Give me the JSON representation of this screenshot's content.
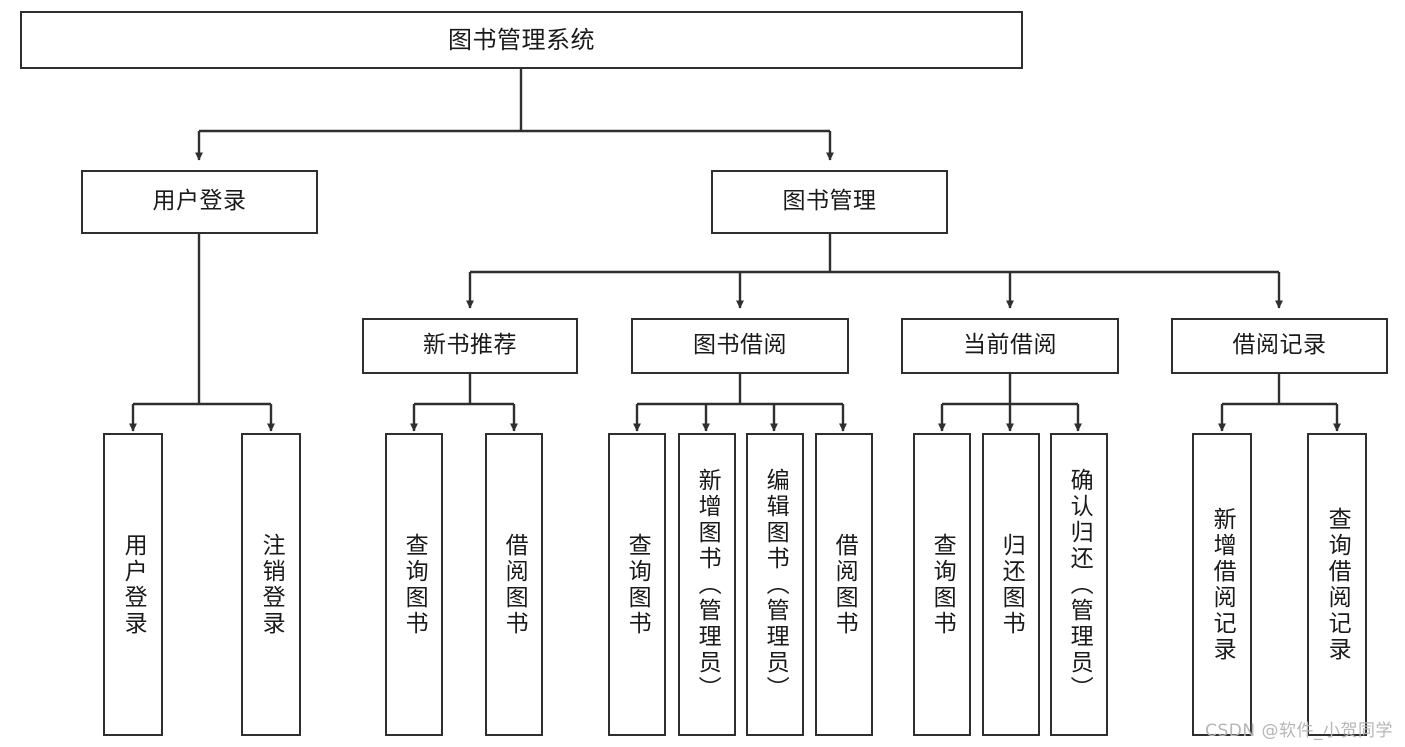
{
  "diagram": {
    "title": "图书管理系统",
    "type": "tree-hierarchy",
    "root": {
      "label": "图书管理系统"
    },
    "level2": [
      {
        "label": "用户登录"
      },
      {
        "label": "图书管理"
      }
    ],
    "level3": [
      {
        "label": "新书推荐"
      },
      {
        "label": "图书借阅"
      },
      {
        "label": "当前借阅"
      },
      {
        "label": "借阅记录"
      }
    ],
    "leaves": {
      "user_login": [
        {
          "label": "用户登录"
        },
        {
          "label": "注销登录"
        }
      ],
      "new_book_recommend": [
        {
          "label": "查询图书"
        },
        {
          "label": "借阅图书"
        }
      ],
      "book_borrow": [
        {
          "label": "查询图书"
        },
        {
          "label": "新增图书（管理员）"
        },
        {
          "label": "编辑图书（管理员）"
        },
        {
          "label": "借阅图书"
        }
      ],
      "current_borrow": [
        {
          "label": "查询图书"
        },
        {
          "label": "归还图书"
        },
        {
          "label": "确认归还（管理员）"
        }
      ],
      "borrow_record": [
        {
          "label": "新增借阅记录"
        },
        {
          "label": "查询借阅记录"
        }
      ]
    },
    "watermark": "CSDN @软件_小贺同学",
    "colors": {
      "stroke": "#2f2f2f",
      "fill": "#ffffff",
      "text": "#1a1a1a",
      "watermark": "#b6b6b6"
    }
  }
}
